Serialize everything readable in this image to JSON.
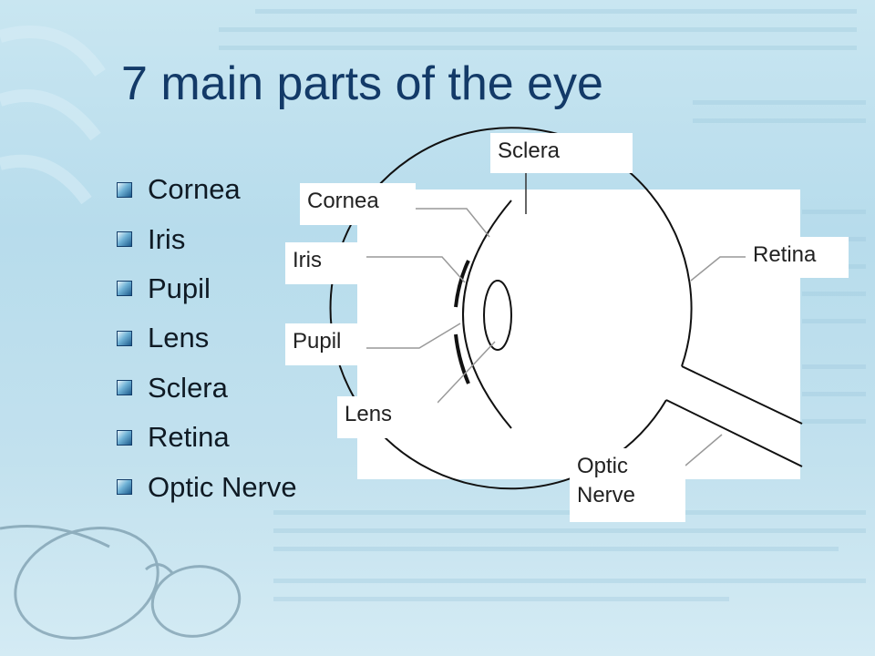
{
  "slide": {
    "title": "7 main parts of the eye",
    "bullets": [
      {
        "text": "Cornea"
      },
      {
        "text": "Iris"
      },
      {
        "text": "Pupil"
      },
      {
        "text": "Lens"
      },
      {
        "text": "Sclera"
      },
      {
        "text": "Retina"
      },
      {
        "text": "Optic Nerve"
      }
    ]
  },
  "diagram": {
    "labels": {
      "sclera": "Sclera",
      "cornea": "Cornea",
      "iris": "Iris",
      "pupil": "Pupil",
      "lens": "Lens",
      "retina": "Retina",
      "optic_nerve_line1": "Optic",
      "optic_nerve_line2": "Nerve"
    }
  },
  "colors": {
    "title": "#133a68",
    "bullet_text": "#0f1a24",
    "background": "#c2e1ee",
    "panel": "#ffffff"
  }
}
